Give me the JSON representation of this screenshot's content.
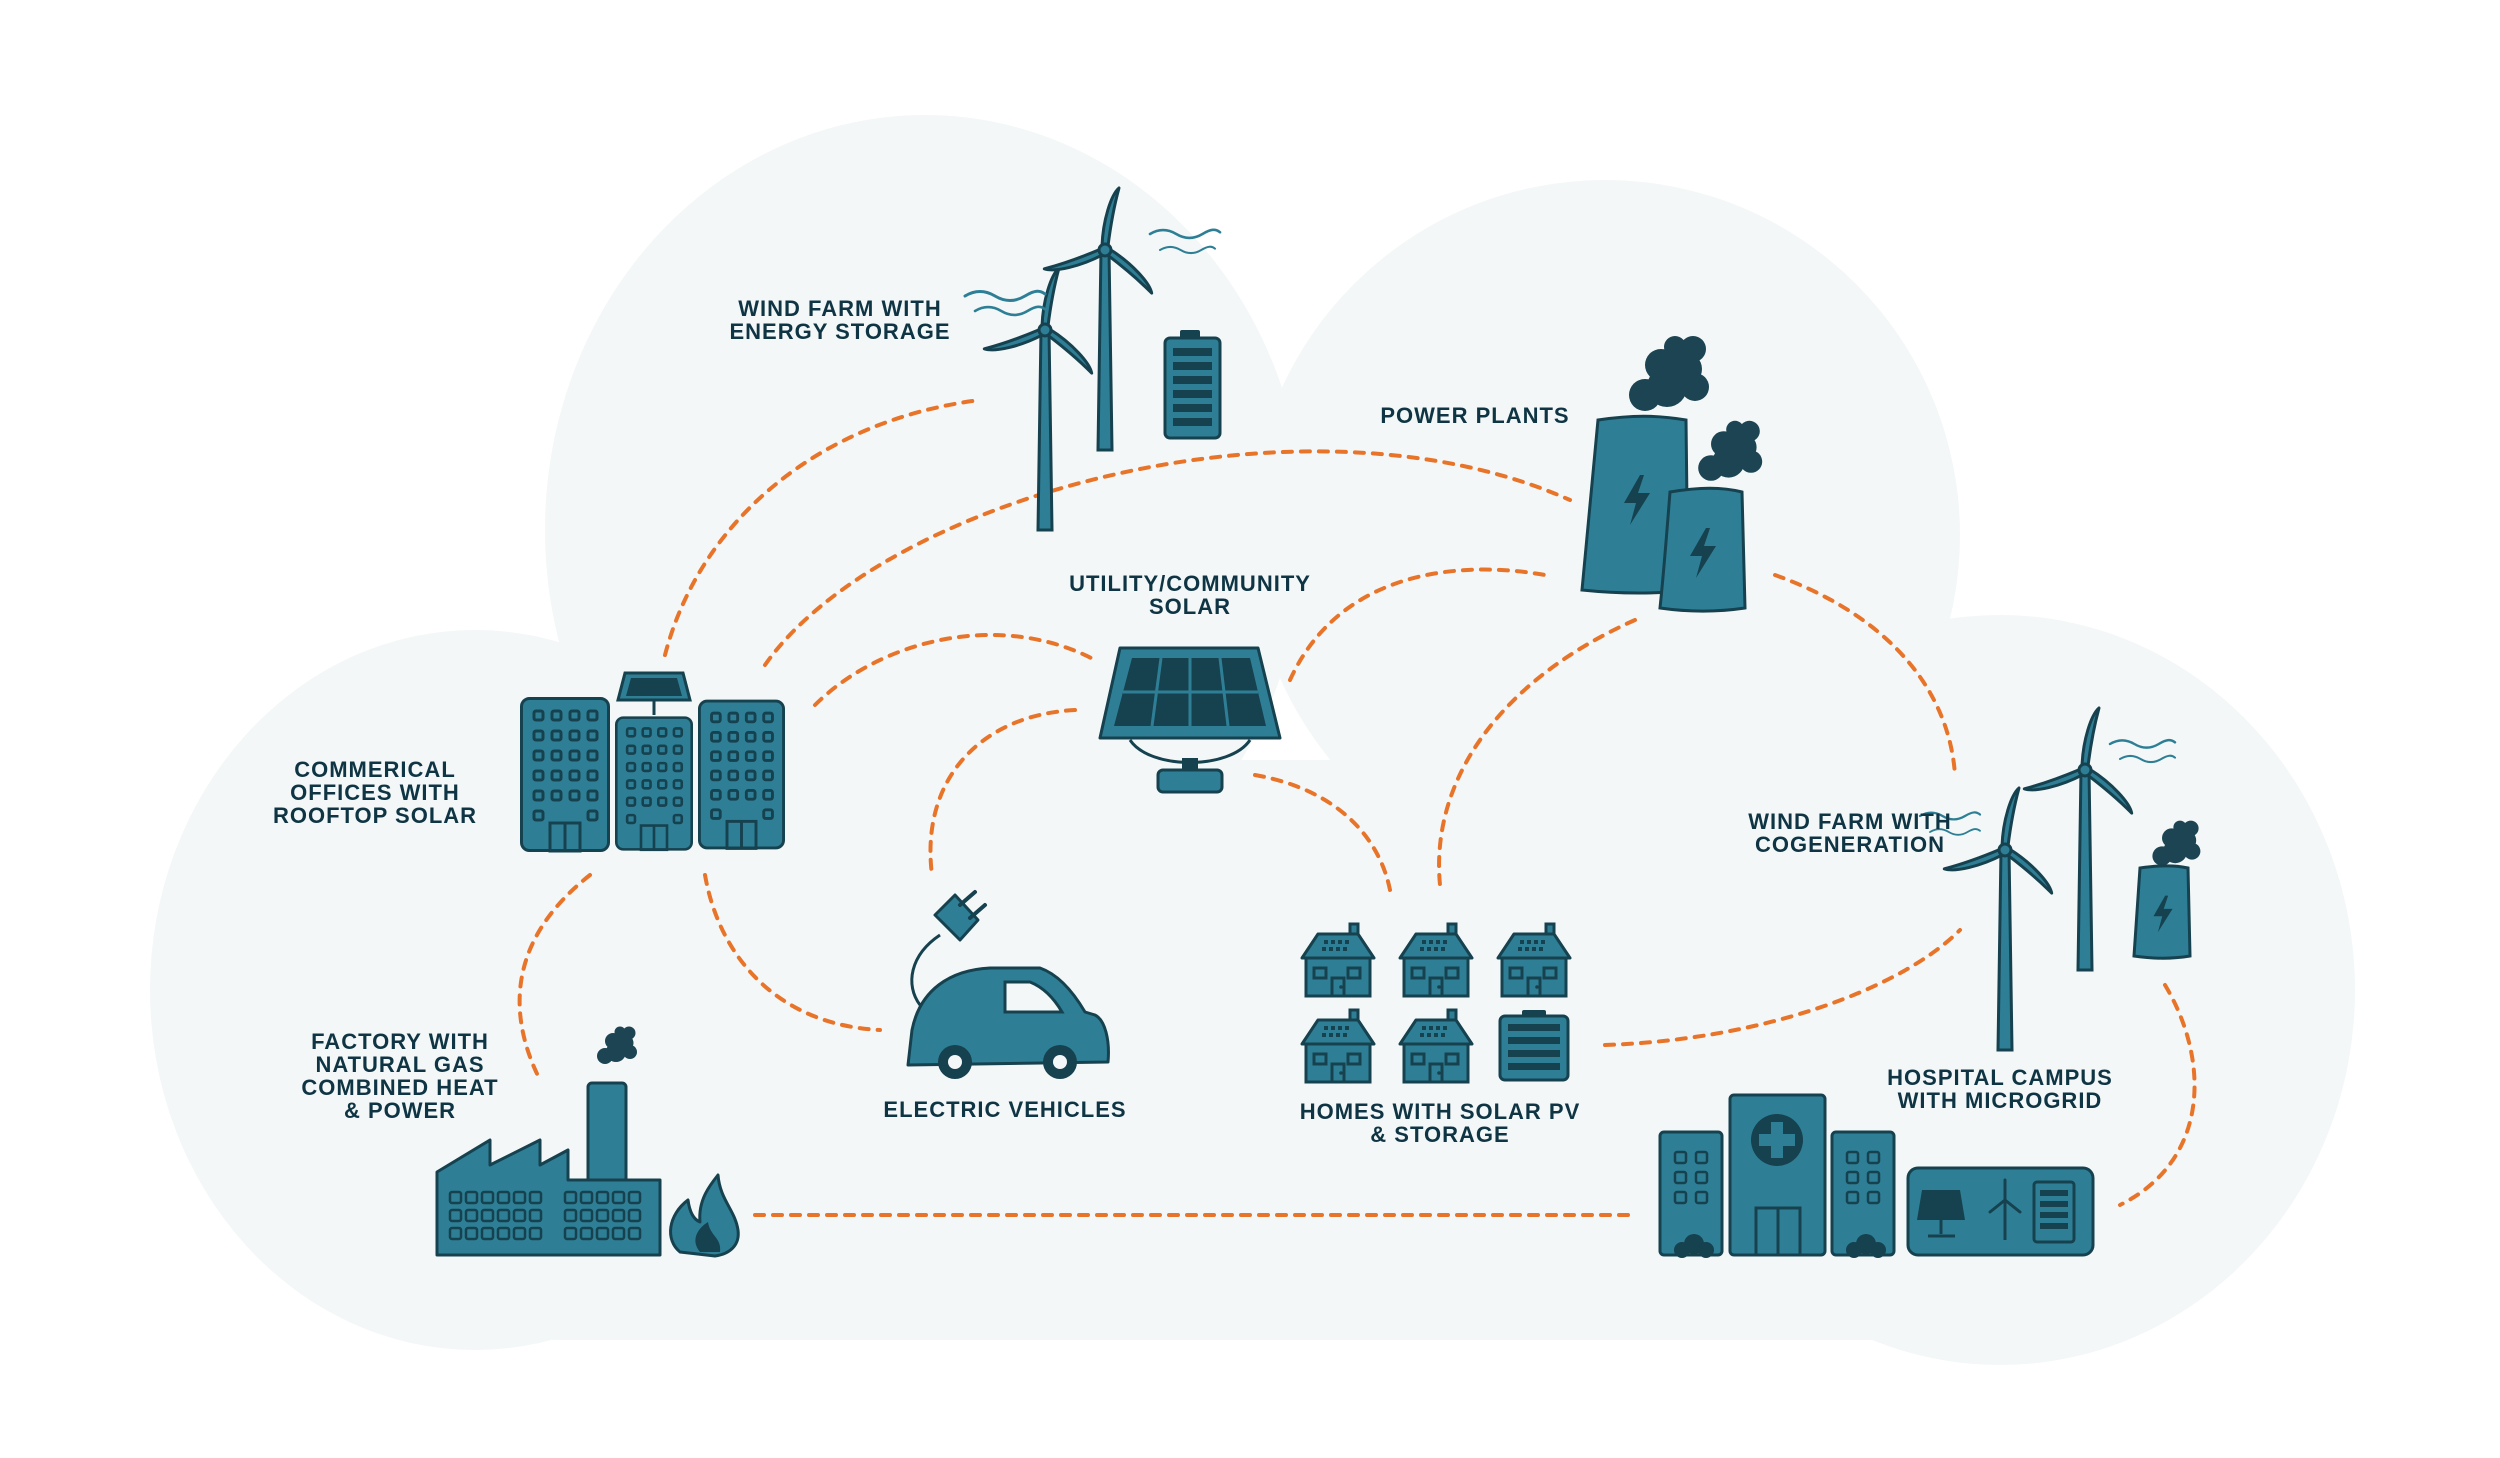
{
  "colors": {
    "cloud": "#f3f7f7",
    "fill": "#2e7f96",
    "dark": "#16414f",
    "smoke": "#1c4452",
    "connector": "#e8742a",
    "text": "#0f3544"
  },
  "nodes": {
    "wind_storage": {
      "lines": [
        "WIND FARM WITH",
        "ENERGY STORAGE"
      ],
      "icon": "wind-turbines-battery-icon"
    },
    "power_plants": {
      "lines": [
        "POWER PLANTS"
      ],
      "icon": "power-plant-icon"
    },
    "utility_solar": {
      "lines": [
        "UTILITY/COMMUNITY",
        "SOLAR"
      ],
      "icon": "solar-panel-icon"
    },
    "commercial": {
      "lines": [
        "COMMERICAL",
        "OFFICES WITH",
        "ROOFTOP SOLAR"
      ],
      "icon": "office-buildings-icon"
    },
    "wind_cogen": {
      "lines": [
        "WIND FARM WITH",
        "COGENERATION"
      ],
      "icon": "wind-turbines-plant-icon"
    },
    "factory": {
      "lines": [
        "FACTORY WITH",
        "NATURAL GAS",
        "COMBINED HEAT",
        "& POWER"
      ],
      "icon": "factory-icon"
    },
    "ev": {
      "lines": [
        "ELECTRIC VEHICLES"
      ],
      "icon": "electric-car-icon"
    },
    "homes": {
      "lines": [
        "HOMES WITH SOLAR PV",
        "& STORAGE"
      ],
      "icon": "homes-icon"
    },
    "hospital": {
      "lines": [
        "HOSPITAL CAMPUS",
        "WITH MICROGRID"
      ],
      "icon": "hospital-icon"
    }
  }
}
